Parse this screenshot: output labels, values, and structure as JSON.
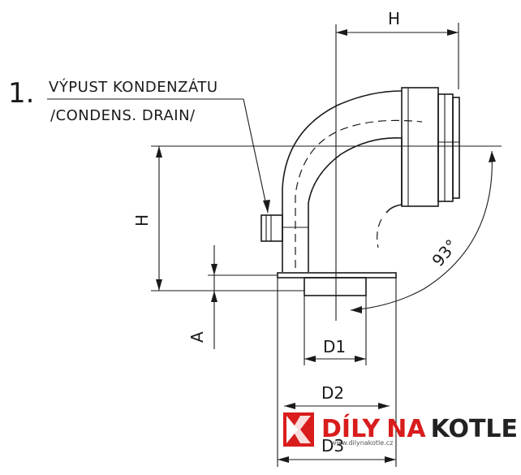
{
  "note": {
    "number": "1.",
    "line_cz": "VÝPUST KONDENZÁTU",
    "line_en": "/CONDENS. DRAIN/"
  },
  "dimensions": {
    "h_top": "H",
    "h_left": "H",
    "a": "A",
    "d1": "D1",
    "d2": "D2",
    "d3": "D3",
    "angle": "93°"
  },
  "watermark": {
    "brand_part1": "DÍLY",
    "brand_part2": "NA",
    "brand_part3": "KOTLE",
    "url": "www.dilynakotle.cz",
    "colors": {
      "red": "#d91c1c",
      "dark": "#222222"
    }
  }
}
